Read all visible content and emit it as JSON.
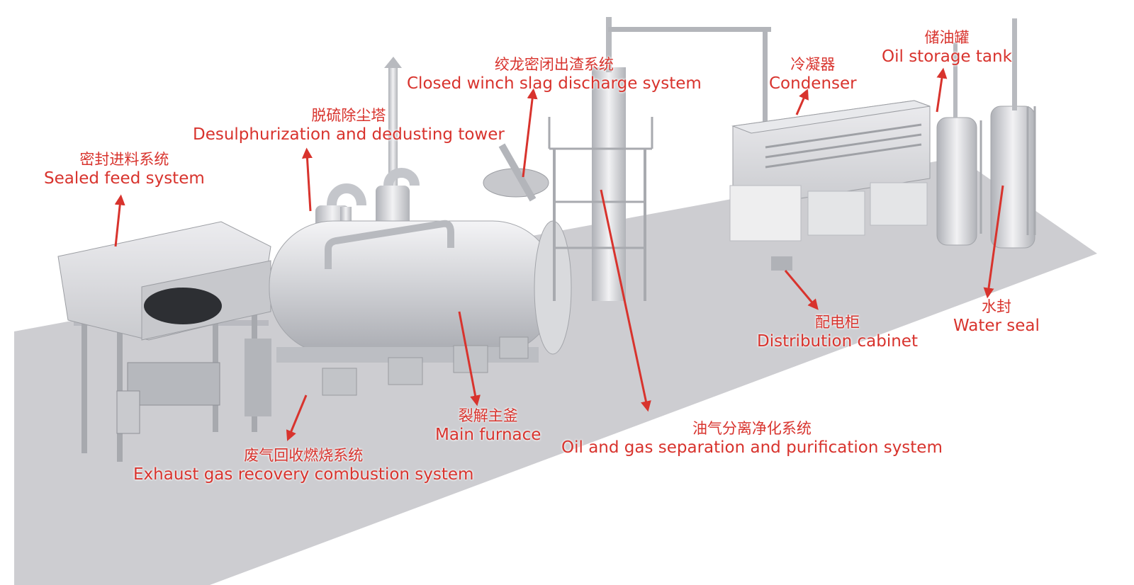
{
  "accent_color": "#d8332d",
  "labels": {
    "sealed_feed": {
      "zh": "密封进料系统",
      "en": "Sealed feed system"
    },
    "desulphurization": {
      "zh": "脱硫除尘塔",
      "en": "Desulphurization and dedusting tower"
    },
    "slag_discharge": {
      "zh": "绞龙密闭出渣系统",
      "en": "Closed winch slag discharge system"
    },
    "condenser": {
      "zh": "冷凝器",
      "en": "Condenser"
    },
    "oil_storage": {
      "zh": "储油罐",
      "en": "Oil storage tank"
    },
    "distribution": {
      "zh": "配电柜",
      "en": "Distribution cabinet"
    },
    "water_seal": {
      "zh": "水封",
      "en": "Water seal"
    },
    "main_furnace": {
      "zh": "裂解主釜",
      "en": "Main furnace"
    },
    "oil_gas": {
      "zh": "油气分离净化系统",
      "en": "Oil and gas separation and purification system"
    },
    "exhaust": {
      "zh": "废气回收燃烧系统",
      "en": "Exhaust gas recovery combustion system"
    }
  }
}
